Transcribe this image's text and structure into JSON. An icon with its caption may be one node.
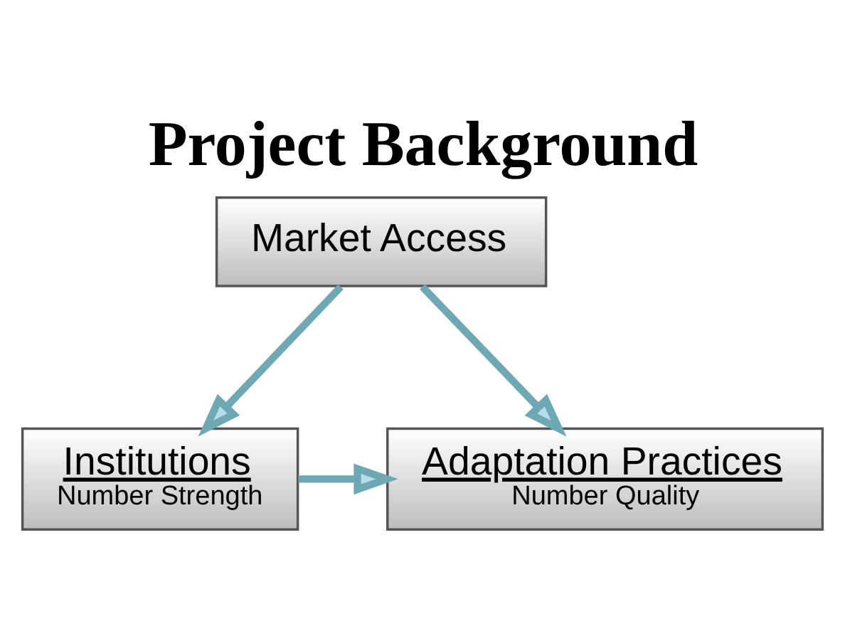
{
  "diagram": {
    "title": "Project Background",
    "nodes": [
      {
        "text": [
          "Market Access"
        ]
      },
      {
        "text": [
          "Institutions",
          "Number Strength"
        ]
      },
      {
        "text": [
          "Adaptation Practices",
          "Number Quality"
        ]
      }
    ],
    "edges": [
      {
        "from": 0,
        "to": 1,
        "arrow": "to"
      },
      {
        "from": 0,
        "to": 2,
        "arrow": "to"
      },
      {
        "from": 1,
        "to": 2,
        "arrow": "to"
      }
    ]
  }
}
